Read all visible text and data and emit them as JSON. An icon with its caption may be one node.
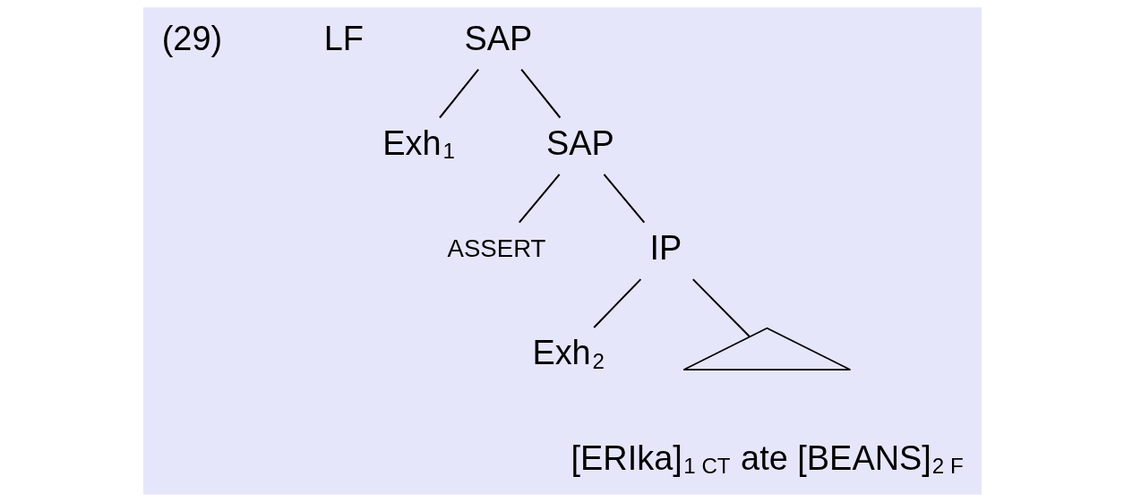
{
  "diagram": {
    "nodes": [
      {
        "text": [
          "SAP"
        ]
      },
      {
        "text": [
          "Exh$_{1}$"
        ]
      },
      {
        "text": [
          "SAP"
        ]
      },
      {
        "text": [
          "ASSERT"
        ]
      },
      {
        "text": [
          "IP"
        ]
      },
      {
        "text": [
          "Exh$_{2}$"
        ]
      },
      {
        "text": [],
        "shape": "triangle"
      },
      {
        "text": [
          "[ERIka]$_{1 CT}$ ate [BEANS]$_{2 F}$"
        ]
      }
    ],
    "edges": [
      {
        "from": 0,
        "to": 1,
        "arrow": "none"
      },
      {
        "from": 0,
        "to": 2,
        "arrow": "none"
      },
      {
        "from": 2,
        "to": 3,
        "arrow": "none"
      },
      {
        "from": 2,
        "to": 4,
        "arrow": "none"
      },
      {
        "from": 4,
        "to": 5,
        "arrow": "none"
      },
      {
        "from": 4,
        "to": 6,
        "arrow": "none"
      }
    ],
    "labels": [
      "(29)",
      "LF"
    ]
  }
}
